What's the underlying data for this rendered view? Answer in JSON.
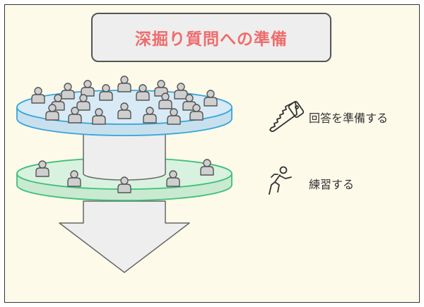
{
  "title": "深掘り質問への準備",
  "colors": {
    "background": "#fdfaea",
    "title_text": "#ef6c6c",
    "top_disc_fill": "#d4e8f3",
    "top_disc_stroke": "#39a6d9",
    "bottom_disc_fill": "#d6f0dc",
    "bottom_disc_stroke": "#3fc07a",
    "funnel_fill": "#eeeeee",
    "person_fill": "#cfcfcf",
    "person_stroke": "#555555"
  },
  "layers": [
    {
      "id": "top",
      "label": "回答を準備する",
      "icon": "saw-icon"
    },
    {
      "id": "bottom",
      "label": "練習する",
      "icon": "exercise-person-icon"
    }
  ]
}
